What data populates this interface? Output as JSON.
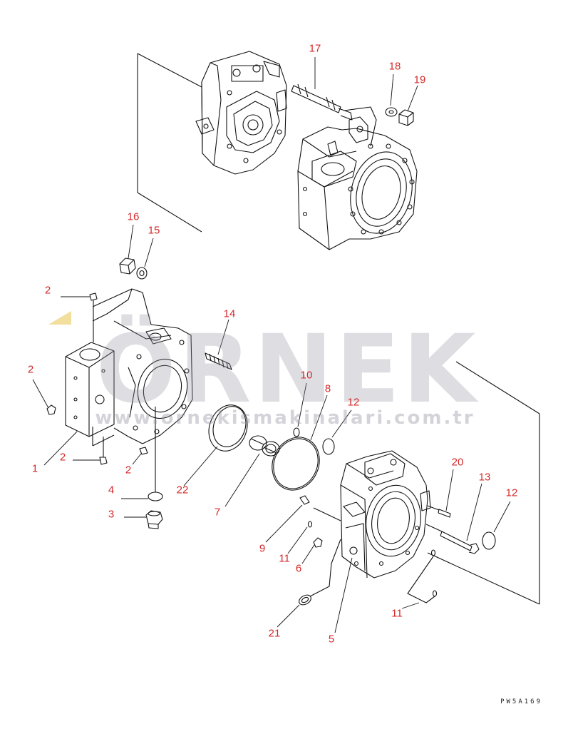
{
  "watermark": {
    "brand": "ÖRNEK",
    "url": "www.ornekismakinalari.com.tr"
  },
  "drawing_code": "PW5A169",
  "callouts": [
    {
      "id": "c17",
      "text": "17"
    },
    {
      "id": "c18",
      "text": "18"
    },
    {
      "id": "c19",
      "text": "19"
    },
    {
      "id": "c16",
      "text": "16"
    },
    {
      "id": "c15",
      "text": "15"
    },
    {
      "id": "c2a",
      "text": "2"
    },
    {
      "id": "c14",
      "text": "14"
    },
    {
      "id": "c2b",
      "text": "2"
    },
    {
      "id": "c10",
      "text": "10"
    },
    {
      "id": "c8",
      "text": "8"
    },
    {
      "id": "c12a",
      "text": "12"
    },
    {
      "id": "c1",
      "text": "1"
    },
    {
      "id": "c2c",
      "text": "2"
    },
    {
      "id": "c2d",
      "text": "2"
    },
    {
      "id": "c20",
      "text": "20"
    },
    {
      "id": "c13",
      "text": "13"
    },
    {
      "id": "c4",
      "text": "4"
    },
    {
      "id": "c22",
      "text": "22"
    },
    {
      "id": "c12b",
      "text": "12"
    },
    {
      "id": "c3",
      "text": "3"
    },
    {
      "id": "c7",
      "text": "7"
    },
    {
      "id": "c9",
      "text": "9"
    },
    {
      "id": "c11a",
      "text": "11"
    },
    {
      "id": "c6",
      "text": "6"
    },
    {
      "id": "c11b",
      "text": "11"
    },
    {
      "id": "c21",
      "text": "21"
    },
    {
      "id": "c5",
      "text": "5"
    }
  ]
}
